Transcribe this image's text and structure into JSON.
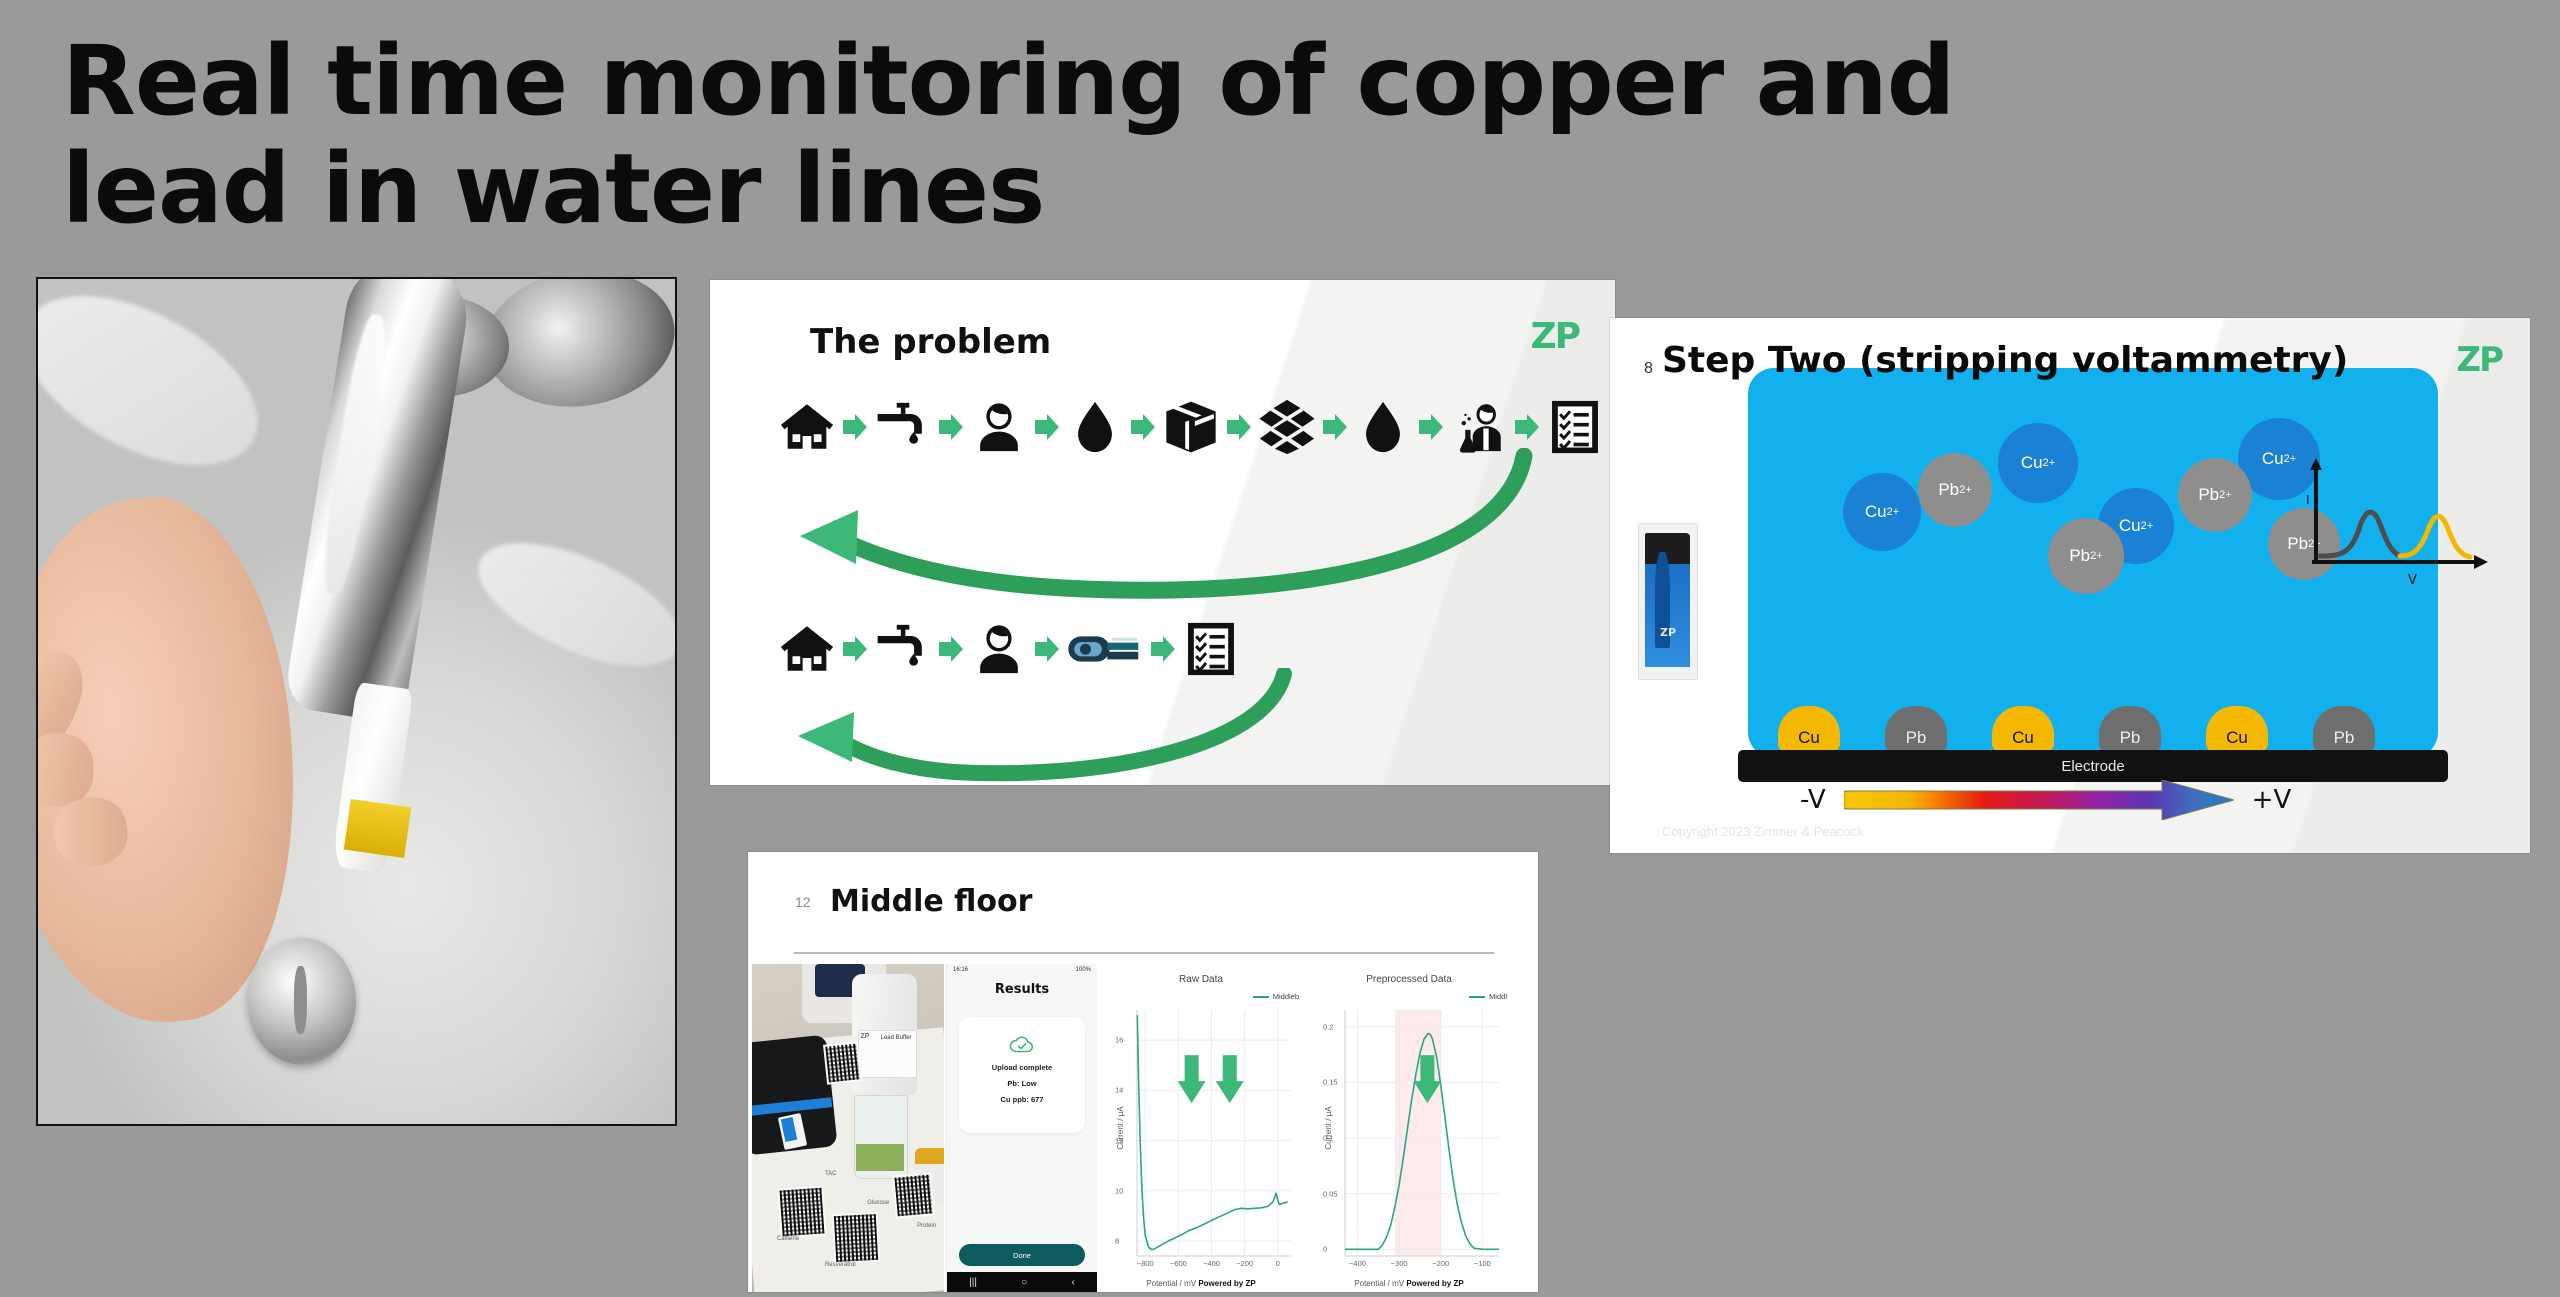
{
  "page": {
    "title_line1": "Real time monitoring of copper and",
    "title_line2": "lead in water lines",
    "background_color": "#9a9a9a",
    "brand_green": "#3cb878"
  },
  "photo_panel": {
    "name": "faucet-water-sampling-photo",
    "description": "Hand holding a sample vial under a chrome bathroom faucet over a white sink"
  },
  "slides": {
    "problem": {
      "title": "The problem",
      "logo": "ZP",
      "row1": {
        "icons": [
          "house-icon",
          "faucet-icon",
          "person-icon",
          "water-drop-icon",
          "closed-box-icon",
          "open-box-icon",
          "water-drop-icon",
          "lab-scientist-icon",
          "checklist-icon"
        ],
        "arrow_color": "#3cb878"
      },
      "row2": {
        "icons": [
          "house-icon",
          "faucet-icon",
          "person-icon",
          "sensor-device-icon",
          "checklist-icon"
        ],
        "arrow_color": "#3cb878"
      },
      "feedback_arrow_color": "#2e9e5b"
    },
    "step_two": {
      "slide_number": "8",
      "title": "Step Two (stripping voltammetry)",
      "logo": "ZP",
      "solution_color": "#12b0ec",
      "ions": [
        {
          "label": "Cu",
          "charge": "2+",
          "type": "cu"
        },
        {
          "label": "Cu",
          "charge": "2+",
          "type": "cu"
        },
        {
          "label": "Cu",
          "charge": "2+",
          "type": "cu"
        },
        {
          "label": "Cu",
          "charge": "2+",
          "type": "cu"
        },
        {
          "label": "Pb",
          "charge": "2+",
          "type": "pb"
        },
        {
          "label": "Pb",
          "charge": "2+",
          "type": "pb"
        },
        {
          "label": "Pb",
          "charge": "2+",
          "type": "pb"
        },
        {
          "label": "Pb",
          "charge": "2+",
          "type": "pb"
        }
      ],
      "deposits": [
        "Cu",
        "Pb",
        "Cu",
        "Pb",
        "Cu",
        "Pb"
      ],
      "electrode_label": "Electrode",
      "voltage_left": "-V",
      "voltage_right": "+V",
      "plot": {
        "y_axis": "I",
        "x_axis": "V",
        "peaks": [
          {
            "element": "Pb",
            "color": "#4d4d4d"
          },
          {
            "element": "Cu",
            "color": "#f5b800"
          }
        ]
      },
      "copyright": "Copyright 2023 Zimmer & Peacock",
      "sensor_strip_logo": "ZP"
    },
    "middle_floor": {
      "slide_number": "12",
      "title": "Middle floor",
      "lab_photo": {
        "bottle_label": "Lead Buffer",
        "bottle_logo": "ZP",
        "qr_labels": [
          "Caffeine",
          "TAC",
          "Glucose",
          "Resveratrol",
          "Protein"
        ]
      },
      "phone": {
        "status_time": "16:16",
        "status_battery": "100%",
        "screen_title": "Results",
        "upload_status": "Upload complete",
        "result_pb": "Pb: Low",
        "result_cu": "Cu ppb: 677",
        "button": "Done",
        "nav_icons": [
          "recents-icon",
          "home-icon",
          "back-icon"
        ]
      }
    }
  },
  "chart_data": [
    {
      "type": "line",
      "title": "Raw Data",
      "xlabel": "Potential / mV",
      "ylabel": "Current / µA",
      "footer": "Powered by ZP",
      "legend": [
        "Middleb"
      ],
      "line_color": "#2aa58a",
      "xlim": [
        -850,
        80
      ],
      "ylim": [
        7.4,
        17.2
      ],
      "xticks": [
        -800,
        -600,
        -400,
        -200,
        0
      ],
      "yticks": [
        8,
        10,
        12,
        14,
        16
      ],
      "x": [
        -848,
        -840,
        -830,
        -820,
        -810,
        -800,
        -780,
        -760,
        -740,
        -720,
        -700,
        -660,
        -620,
        -580,
        -540,
        -500,
        -460,
        -420,
        -380,
        -340,
        -300,
        -260,
        -220,
        -180,
        -140,
        -100,
        -60,
        -30,
        -10,
        0,
        10,
        30,
        60
      ],
      "y": [
        17.0,
        14.2,
        11.8,
        10.0,
        8.9,
        8.2,
        7.75,
        7.65,
        7.7,
        7.78,
        7.85,
        8.0,
        8.12,
        8.25,
        8.4,
        8.5,
        8.62,
        8.75,
        8.88,
        9.0,
        9.12,
        9.25,
        9.3,
        9.28,
        9.3,
        9.32,
        9.38,
        9.55,
        9.9,
        9.62,
        9.45,
        9.5,
        9.55
      ],
      "annotations": [
        {
          "type": "down-arrow",
          "x": -520,
          "color": "#3cb878"
        },
        {
          "type": "down-arrow",
          "x": -290,
          "color": "#3cb878"
        }
      ]
    },
    {
      "type": "line",
      "title": "Preprocessed Data",
      "xlabel": "Potential / mV",
      "ylabel": "Current / µA",
      "footer": "Powered by ZP",
      "legend": [
        "Middl"
      ],
      "line_color": "#2aa58a",
      "xlim": [
        -430,
        -60
      ],
      "ylim": [
        -0.006,
        0.215
      ],
      "xticks": [
        -400,
        -300,
        -200,
        -100
      ],
      "yticks": [
        0,
        0.05,
        0.1,
        0.15,
        0.2
      ],
      "x": [
        -430,
        -400,
        -370,
        -350,
        -340,
        -330,
        -320,
        -310,
        -300,
        -290,
        -280,
        -270,
        -260,
        -250,
        -240,
        -230,
        -225,
        -220,
        -210,
        -200,
        -190,
        -180,
        -170,
        -160,
        -150,
        -140,
        -130,
        -120,
        -100,
        -80,
        -60
      ],
      "y": [
        0.0,
        0.0,
        0.0,
        0.0,
        0.004,
        0.011,
        0.022,
        0.038,
        0.058,
        0.082,
        0.108,
        0.134,
        0.157,
        0.176,
        0.189,
        0.194,
        0.193,
        0.189,
        0.173,
        0.148,
        0.119,
        0.089,
        0.062,
        0.04,
        0.024,
        0.012,
        0.005,
        0.001,
        0.0,
        0.0,
        0.0
      ],
      "highlight_band": {
        "x0": -310,
        "x1": -200,
        "color": "#fdeaea"
      },
      "annotations": [
        {
          "type": "down-arrow",
          "x": -232,
          "color": "#3cb878"
        }
      ]
    }
  ]
}
